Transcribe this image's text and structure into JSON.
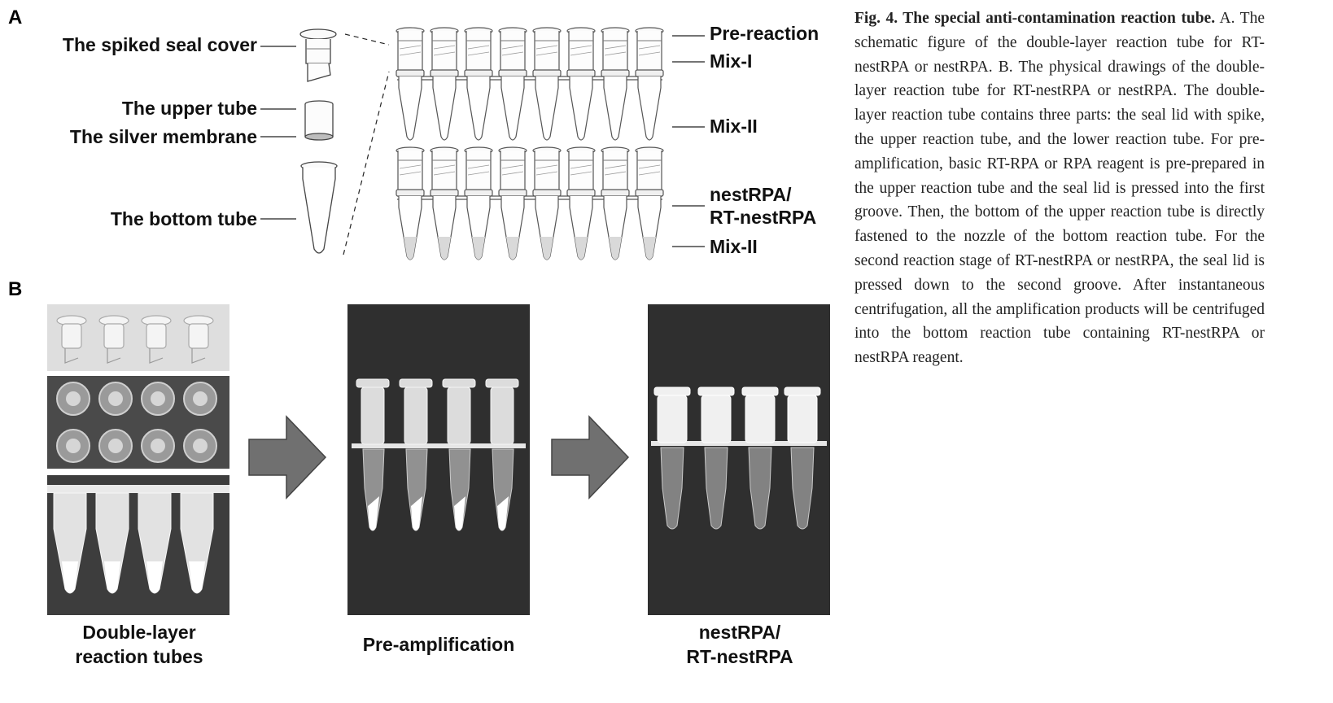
{
  "panel_a": {
    "letter": "A",
    "component_labels": [
      "The spiked seal cover",
      "The upper tube",
      "The silver membrane",
      "The bottom tube"
    ],
    "row1_labels": [
      "Pre-reaction",
      "Mix-I",
      "Mix-II"
    ],
    "row2_labels": [
      "nestRPA/",
      "RT-nestRPA",
      "Mix-II"
    ]
  },
  "panel_b": {
    "letter": "B",
    "photo_labels": [
      {
        "line1": "Double-layer",
        "line2": "reaction tubes"
      },
      {
        "line1": "Pre-amplification",
        "line2": ""
      },
      {
        "line1": "nestRPA/",
        "line2": "RT-nestRPA"
      }
    ]
  },
  "caption": {
    "title": "Fig. 4. The special anti-contamination reaction tube.",
    "body": "A. The schematic figure of the double-layer reaction tube for RT-nestRPA or nestRPA. B. The physical drawings of the double-layer reaction tube for RT-nestRPA or nestRPA. The double-layer reaction tube contains three parts: the seal lid with spike, the upper reaction tube, and the lower reaction tube. For pre-amplification, basic RT-RPA or RPA reagent is pre-prepared in the upper reaction tube and the seal lid is pressed into the first groove. Then, the bottom of the upper reaction tube is directly fastened to the nozzle of the bottom reaction tube. For the second reaction stage of RT-nestRPA or nestRPA, the seal lid is pressed down to the second groove. After instantaneous centrifugation, all the amplification products will be centrifuged into the bottom reaction tube containing RT-nestRPA or nestRPA reagent."
  }
}
